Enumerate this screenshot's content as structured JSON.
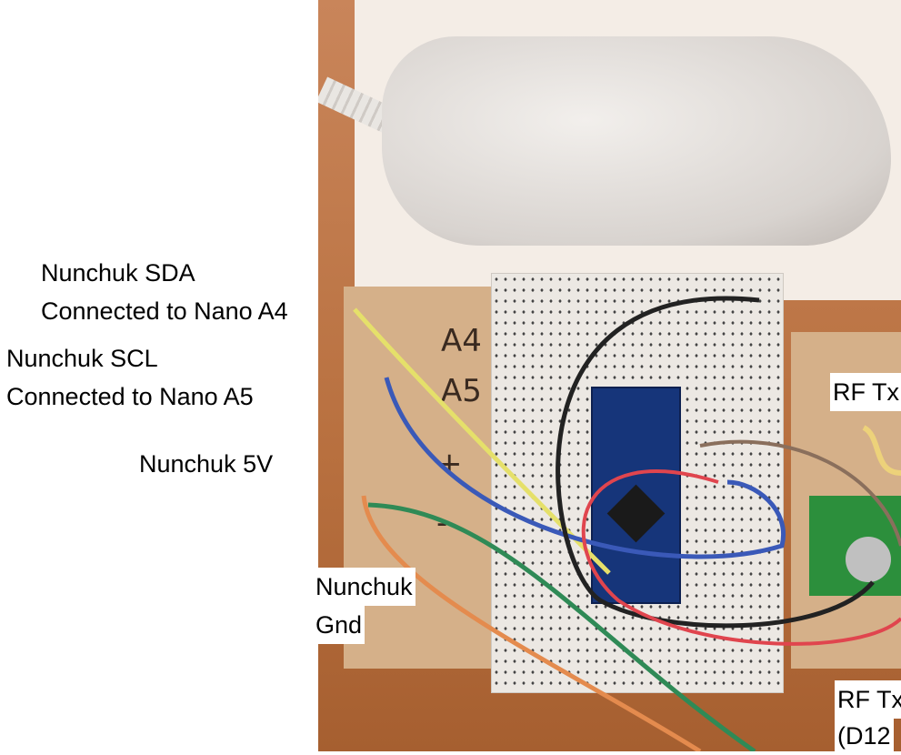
{
  "labels": {
    "sda_line1": "Nunchuk SDA",
    "sda_line2": "Connected to Nano A4",
    "scl_line1": "Nunchuk SCL",
    "scl_line2": "Connected to Nano A5",
    "v5": "Nunchuk 5V",
    "gnd_line1": "Nunchuk",
    "gnd_line2": "Gnd",
    "rf_tx_top": "RF Tx",
    "rf_tx_bottom_line1": "RF Tx",
    "rf_tx_bottom_line2": "(D12"
  },
  "board_markings": {
    "a4": "A4",
    "a5": "A5",
    "plus": "+",
    "minus": "-"
  }
}
